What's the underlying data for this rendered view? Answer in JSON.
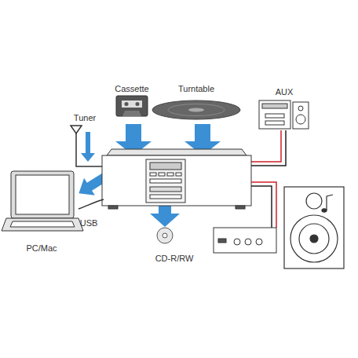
{
  "diagram": {
    "labels": [
      "Tuner",
      "Cassette",
      "Turntable",
      "AUX",
      "USB",
      "PC/Mac",
      "CD-R/RW"
    ]
  }
}
